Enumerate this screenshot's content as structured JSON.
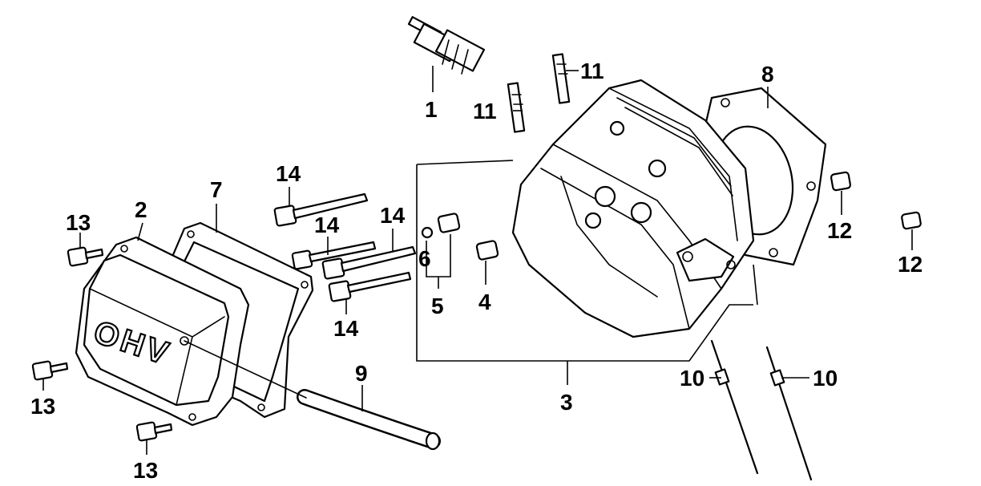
{
  "diagram": {
    "callouts": {
      "n1": "1",
      "n2": "2",
      "n3": "3",
      "n4": "4",
      "n5": "5",
      "n6": "6",
      "n7": "7",
      "n8": "8",
      "n9": "9",
      "n10a": "10",
      "n10b": "10",
      "n11a": "11",
      "n11b": "11",
      "n12a": "12",
      "n12b": "12",
      "n13a": "13",
      "n13b": "13",
      "n13c": "13",
      "n14a": "14",
      "n14b": "14",
      "n14c": "14",
      "n14d": "14"
    },
    "cover_marking": "OHV"
  }
}
